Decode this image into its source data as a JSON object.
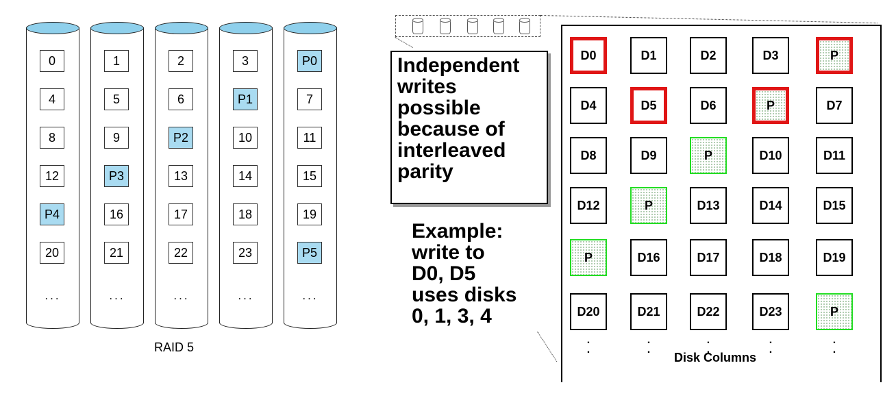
{
  "raid": {
    "caption": "RAID 5",
    "disks": [
      {
        "blocks": [
          {
            "t": "0",
            "p": false
          },
          {
            "t": "4",
            "p": false
          },
          {
            "t": "8",
            "p": false
          },
          {
            "t": "12",
            "p": false
          },
          {
            "t": "P4",
            "p": true
          },
          {
            "t": "20",
            "p": false
          }
        ],
        "ellipsis": "..."
      },
      {
        "blocks": [
          {
            "t": "1",
            "p": false
          },
          {
            "t": "5",
            "p": false
          },
          {
            "t": "9",
            "p": false
          },
          {
            "t": "P3",
            "p": true
          },
          {
            "t": "16",
            "p": false
          },
          {
            "t": "21",
            "p": false
          }
        ],
        "ellipsis": "..."
      },
      {
        "blocks": [
          {
            "t": "2",
            "p": false
          },
          {
            "t": "6",
            "p": false
          },
          {
            "t": "P2",
            "p": true
          },
          {
            "t": "13",
            "p": false
          },
          {
            "t": "17",
            "p": false
          },
          {
            "t": "22",
            "p": false
          }
        ],
        "ellipsis": "..."
      },
      {
        "blocks": [
          {
            "t": "3",
            "p": false
          },
          {
            "t": "P1",
            "p": true
          },
          {
            "t": "10",
            "p": false
          },
          {
            "t": "14",
            "p": false
          },
          {
            "t": "18",
            "p": false
          },
          {
            "t": "23",
            "p": false
          }
        ],
        "ellipsis": "..."
      },
      {
        "blocks": [
          {
            "t": "P0",
            "p": true
          },
          {
            "t": "7",
            "p": false
          },
          {
            "t": "11",
            "p": false
          },
          {
            "t": "15",
            "p": false
          },
          {
            "t": "19",
            "p": false
          },
          {
            "t": "P5",
            "p": true
          }
        ],
        "ellipsis": "..."
      }
    ],
    "colors": {
      "cap": "#8fd0ec",
      "parity": "#a9dbf1"
    }
  },
  "callout": {
    "lines": [
      "Independent",
      "writes",
      "possible",
      "because of",
      "interleaved",
      "parity"
    ]
  },
  "example": {
    "lines": [
      "Example:",
      "write to",
      "D0, D5",
      "uses disks",
      "0, 1, 3, 4"
    ]
  },
  "grid": {
    "column_label": "Disk Columns",
    "rows": [
      [
        {
          "t": "D0",
          "k": "hl"
        },
        {
          "t": "D1",
          "k": ""
        },
        {
          "t": "D2",
          "k": ""
        },
        {
          "t": "D3",
          "k": ""
        },
        {
          "t": "P",
          "k": "parity hl"
        }
      ],
      [
        {
          "t": "D4",
          "k": ""
        },
        {
          "t": "D5",
          "k": "hl"
        },
        {
          "t": "D6",
          "k": ""
        },
        {
          "t": "P",
          "k": "parity hl"
        },
        {
          "t": "D7",
          "k": ""
        }
      ],
      [
        {
          "t": "D8",
          "k": ""
        },
        {
          "t": "D9",
          "k": ""
        },
        {
          "t": "P",
          "k": "parity"
        },
        {
          "t": "D10",
          "k": ""
        },
        {
          "t": "D11",
          "k": ""
        }
      ],
      [
        {
          "t": "D12",
          "k": ""
        },
        {
          "t": "P",
          "k": "parity"
        },
        {
          "t": "D13",
          "k": ""
        },
        {
          "t": "D14",
          "k": ""
        },
        {
          "t": "D15",
          "k": ""
        }
      ],
      [
        {
          "t": "P",
          "k": "parity"
        },
        {
          "t": "D16",
          "k": ""
        },
        {
          "t": "D17",
          "k": ""
        },
        {
          "t": "D18",
          "k": ""
        },
        {
          "t": "D19",
          "k": ""
        }
      ],
      [
        {
          "t": "D20",
          "k": ""
        },
        {
          "t": "D21",
          "k": ""
        },
        {
          "t": "D22",
          "k": ""
        },
        {
          "t": "D23",
          "k": ""
        },
        {
          "t": "P",
          "k": "parity"
        }
      ]
    ],
    "colors": {
      "highlight": "#e01515",
      "parity_border": "#22dd22"
    }
  }
}
